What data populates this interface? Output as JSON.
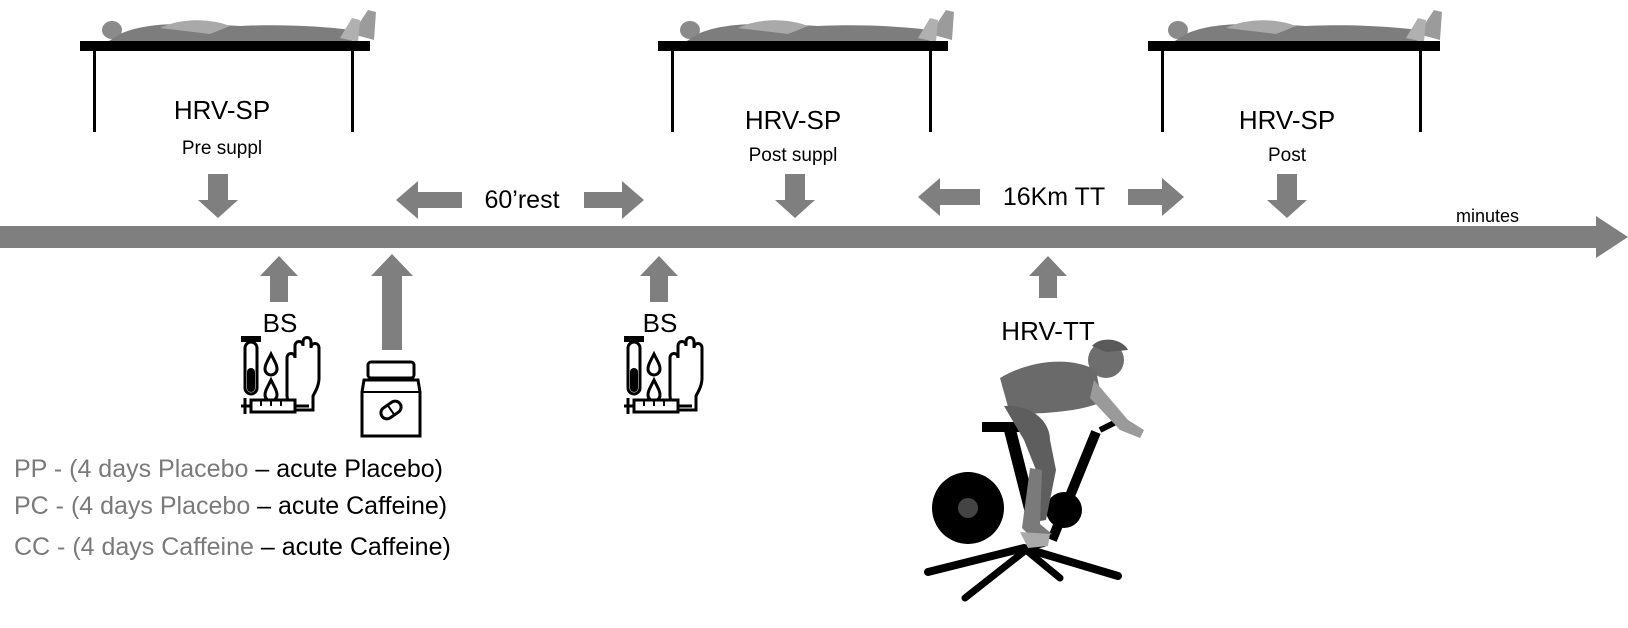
{
  "timeline": {
    "axis_label": "minutes",
    "color": "#7f7f7f"
  },
  "stations": [
    {
      "title": "HRV-SP",
      "subtitle": "Pre suppl"
    },
    {
      "title": "HRV-SP",
      "subtitle": "Post suppl"
    },
    {
      "title": "HRV-SP",
      "subtitle": "Post"
    }
  ],
  "intervals": {
    "rest": "60’rest",
    "tt": "16Km TT"
  },
  "below": {
    "bs1": "BS",
    "bs2": "BS",
    "hrv_tt": "HRV-TT"
  },
  "legend": [
    {
      "code": "PP - (4 days Placebo",
      "sep": " – ",
      "acute": " acute Placebo)"
    },
    {
      "code": "PC - (4 days Placebo",
      "sep": " – ",
      "acute": "acute Caffeine)"
    },
    {
      "code": "CC - (4 days Caffeine",
      "sep": " – ",
      "acute": "acute Caffeine)"
    }
  ]
}
